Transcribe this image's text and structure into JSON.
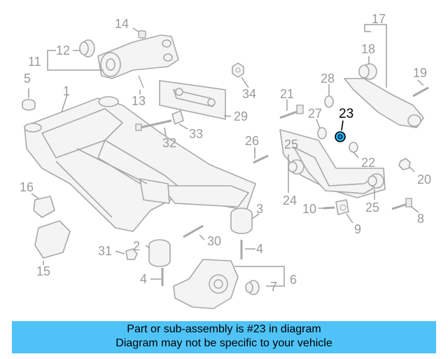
{
  "diagram": {
    "callouts": [
      {
        "id": "1",
        "text": "1"
      },
      {
        "id": "2",
        "text": "2"
      },
      {
        "id": "3",
        "text": "3"
      },
      {
        "id": "4a",
        "text": "4"
      },
      {
        "id": "4b",
        "text": "4"
      },
      {
        "id": "5",
        "text": "5"
      },
      {
        "id": "6",
        "text": "6"
      },
      {
        "id": "7",
        "text": "7"
      },
      {
        "id": "8",
        "text": "8"
      },
      {
        "id": "9",
        "text": "9"
      },
      {
        "id": "10",
        "text": "10"
      },
      {
        "id": "11",
        "text": "11"
      },
      {
        "id": "12",
        "text": "12"
      },
      {
        "id": "13",
        "text": "13"
      },
      {
        "id": "14",
        "text": "14"
      },
      {
        "id": "15",
        "text": "15"
      },
      {
        "id": "16",
        "text": "16"
      },
      {
        "id": "17",
        "text": "17"
      },
      {
        "id": "18",
        "text": "18"
      },
      {
        "id": "19",
        "text": "19"
      },
      {
        "id": "20",
        "text": "20"
      },
      {
        "id": "21",
        "text": "21"
      },
      {
        "id": "22",
        "text": "22"
      },
      {
        "id": "23",
        "text": "23"
      },
      {
        "id": "24",
        "text": "24"
      },
      {
        "id": "25a",
        "text": "25"
      },
      {
        "id": "25b",
        "text": "25"
      },
      {
        "id": "26",
        "text": "26"
      },
      {
        "id": "27",
        "text": "27"
      },
      {
        "id": "28",
        "text": "28"
      },
      {
        "id": "29",
        "text": "29"
      },
      {
        "id": "30",
        "text": "30"
      },
      {
        "id": "31",
        "text": "31"
      },
      {
        "id": "32",
        "text": "32"
      },
      {
        "id": "33",
        "text": "33"
      },
      {
        "id": "34",
        "text": "34"
      }
    ],
    "highlight_callout": "23",
    "colors": {
      "highlight_part": "#29b6f6",
      "line_art": "#a8a8a8",
      "label": "#9a9a9a",
      "banner": "#4fc3f7"
    }
  },
  "caption": {
    "line1": "Part or sub-assembly is #23 in diagram",
    "line2": "Diagram may not be specific to your vehicle"
  }
}
